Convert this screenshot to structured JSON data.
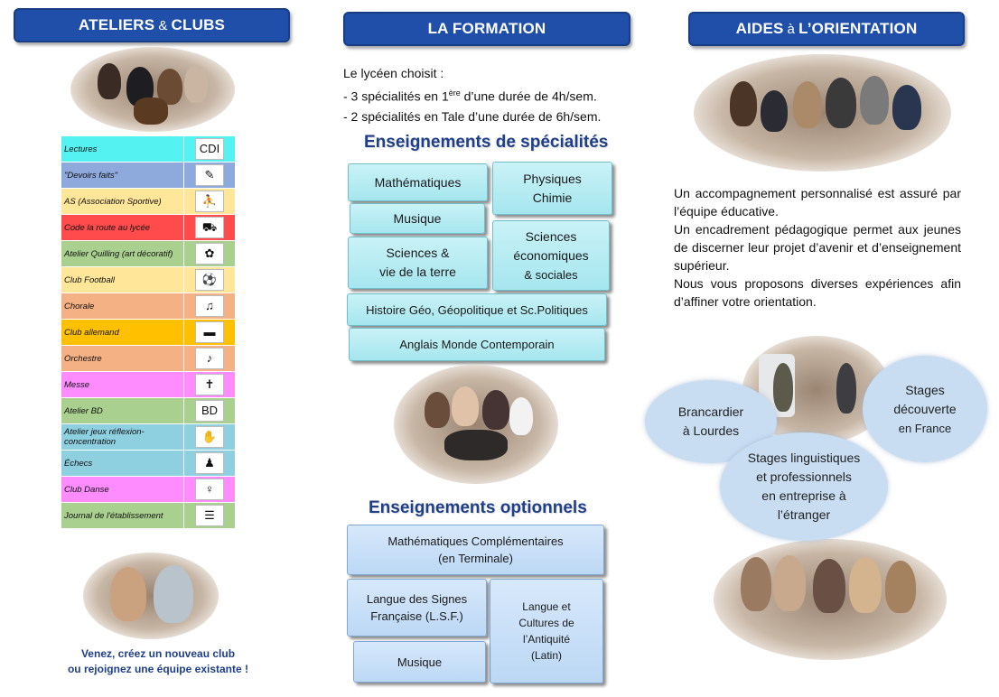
{
  "col1": {
    "header_a": "ATELIERS",
    "header_amp": "&",
    "header_b": "CLUBS",
    "clubs": [
      {
        "label": "Lectures",
        "bg": "#55f2f2",
        "icon": "CDI"
      },
      {
        "label": "\"Devoirs faits\"",
        "bg": "#8ea9db",
        "icon": "✎"
      },
      {
        "label": "AS (Association Sportive)",
        "bg": "#ffe699",
        "icon": "⛹"
      },
      {
        "label": "Code la route au lycée",
        "bg": "#ff4b4b",
        "icon": "⛟"
      },
      {
        "label": "Atelier Quilling (art décoratif)",
        "bg": "#a9d08e",
        "icon": "✿"
      },
      {
        "label": "Club Football",
        "bg": "#ffe699",
        "icon": "⚽"
      },
      {
        "label": "Chorale",
        "bg": "#f4b183",
        "icon": "♫"
      },
      {
        "label": "Club allemand",
        "bg": "#ffc000",
        "icon": "▬"
      },
      {
        "label": "Orchestre",
        "bg": "#f4b183",
        "icon": "♪"
      },
      {
        "label": "Messe",
        "bg": "#ff8cff",
        "icon": "✝"
      },
      {
        "label": "Atelier BD",
        "bg": "#a9d08e",
        "icon": "BD"
      },
      {
        "label": "Atelier jeux réflexion-concentration",
        "bg": "#8ecfe0",
        "icon": "✋"
      },
      {
        "label": "Échecs",
        "bg": "#8ecfe0",
        "icon": "♟"
      },
      {
        "label": "Club Danse",
        "bg": "#ff8cff",
        "icon": "♀"
      },
      {
        "label": "Journal de l'établissement",
        "bg": "#a9d08e",
        "icon": "☰"
      }
    ],
    "cta_line1": "Venez, créez un nouveau club",
    "cta_line2": "ou rejoignez une équipe existante !"
  },
  "col2": {
    "header": "LA FORMATION",
    "intro_line1": "Le lycéen choisit :",
    "intro_line2_a": "- 3 spécialités en 1",
    "intro_line2_sup": "ère",
    "intro_line2_b": " d’une durée de 4h/sem.",
    "intro_line3": "- 2 spécialités en Tale d’une durée de 6h/sem.",
    "spec_title": "Enseignements de spécialités",
    "spec": {
      "maths": "Mathématiques",
      "physique_1": "Physiques",
      "physique_2": "Chimie",
      "musique": "Musique",
      "svt_1": "Sciences &",
      "svt_2": "vie de la terre",
      "ses_1": "Sciences",
      "ses_2": "économiques",
      "ses_3": "& sociales",
      "hggsp": "Histoire Géo, Géopolitique et Sc.Politiques",
      "amc": "Anglais Monde Contemporain"
    },
    "opt_title": "Enseignements optionnels",
    "opt": {
      "maths_comp_1": "Mathématiques Complémentaires",
      "maths_comp_2": "(en Terminale)",
      "lsf_1": "Langue des Signes",
      "lsf_2": "Française (L.S.F.)",
      "latin_1": "Langue et",
      "latin_2": "Cultures de",
      "latin_3": "l’Antiquité",
      "latin_4": "(Latin)",
      "musique": "Musique"
    }
  },
  "col3": {
    "header_a": "AIDES",
    "header_amp": "à",
    "header_b": "L’ORIENTATION",
    "p1": "Un accompagnement personnalisé est assuré par l’équipe éducative.",
    "p2": "Un encadrement pédagogique permet aux jeunes de discerner leur projet d’avenir et d’enseignement supérieur.",
    "p3": "Nous vous proposons diverses expériences afin d’affiner votre orientation.",
    "bubble_lourdes_1": "Brancardier",
    "bubble_lourdes_2": "à Lourdes",
    "bubble_stages_1": "Stages",
    "bubble_stages_2": "découverte",
    "bubble_stages_3": "en France",
    "bubble_ling_1": "Stages linguistiques",
    "bubble_ling_2": "et professionnels",
    "bubble_ling_3": "en entreprise à",
    "bubble_ling_4": "l’étranger"
  },
  "colors": {
    "header_blue": "#1f4fa8",
    "title_blue": "#1f3f8a",
    "spec_box": "#a6e6ef",
    "opt_box": "#bcd8f5",
    "bubble": "#c8ddf2"
  }
}
